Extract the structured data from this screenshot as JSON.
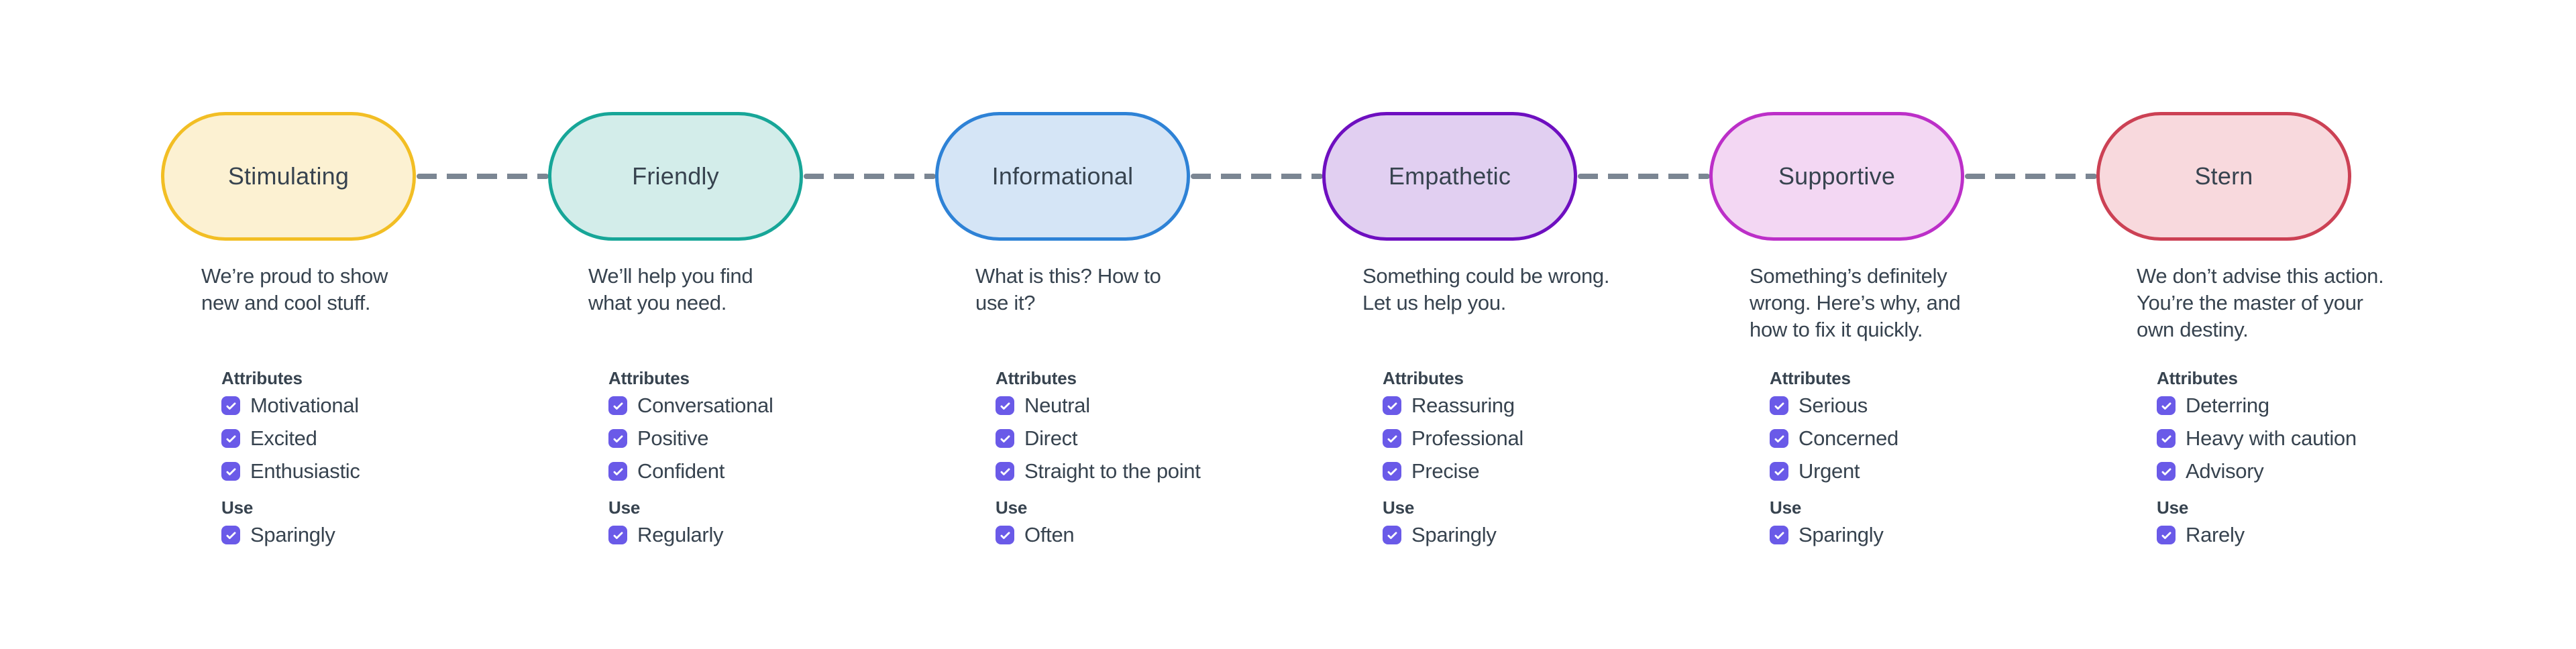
{
  "labels": {
    "attributes": "Attributes",
    "use": "Use"
  },
  "colors": {
    "text": "#37434F",
    "checkbox": "#6A5AE8",
    "connector": "#7B8693",
    "background": "#FFFFFF"
  },
  "tones": [
    {
      "name": "Stimulating",
      "description_lines": [
        "We’re proud to show",
        "new and cool stuff."
      ],
      "attributes": [
        "Motivational",
        "Excited",
        "Enthusiastic"
      ],
      "use": "Sparingly",
      "border_color": "#F2BE24",
      "fill_color": "#FCF1D2"
    },
    {
      "name": "Friendly",
      "description_lines": [
        "We’ll help you find",
        "what you need."
      ],
      "attributes": [
        "Conversational",
        "Positive",
        "Confident"
      ],
      "use": "Regularly",
      "border_color": "#17A698",
      "fill_color": "#D3EDEA"
    },
    {
      "name": "Informational",
      "description_lines": [
        "What is this? How to",
        "use it?"
      ],
      "attributes": [
        "Neutral",
        "Direct",
        "Straight to the point"
      ],
      "use": "Often",
      "border_color": "#2E82D6",
      "fill_color": "#D5E5F6"
    },
    {
      "name": "Empathetic",
      "description_lines": [
        "Something could be wrong.",
        "Let us help you."
      ],
      "attributes": [
        "Reassuring",
        "Professional",
        "Precise"
      ],
      "use": "Sparingly",
      "border_color": "#6E0FC0",
      "fill_color": "#E1CFF1"
    },
    {
      "name": "Supportive",
      "description_lines": [
        "Something’s definitely",
        "wrong. Here’s why, and",
        "how to fix it quickly."
      ],
      "attributes": [
        "Serious",
        "Concerned",
        "Urgent"
      ],
      "use": "Sparingly",
      "border_color": "#BC2FC8",
      "fill_color": "#F3D7F3"
    },
    {
      "name": "Stern",
      "description_lines": [
        "We don’t advise this action.",
        "You’re the master of your",
        "own destiny."
      ],
      "attributes": [
        "Deterring",
        "Heavy with caution",
        "Advisory"
      ],
      "use": "Rarely",
      "border_color": "#CC4154",
      "fill_color": "#F8D9DD"
    }
  ]
}
